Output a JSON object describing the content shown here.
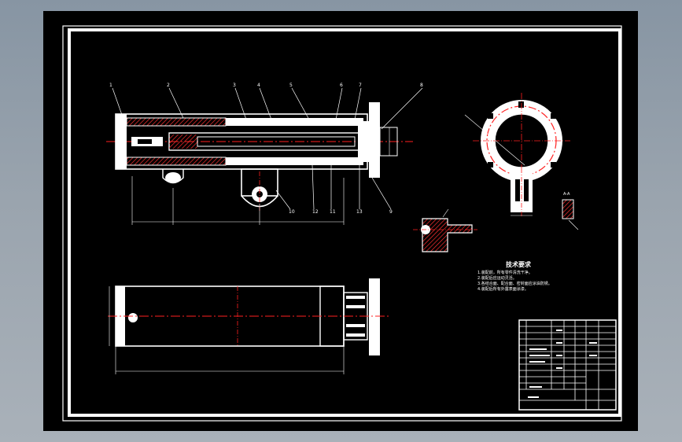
{
  "drawing": {
    "part_numbers": [
      "1",
      "2",
      "3",
      "4",
      "5",
      "6",
      "7",
      "8",
      "9",
      "10",
      "11",
      "12",
      "13"
    ],
    "tech_requirements": {
      "title": "技术要求",
      "lines": [
        "1.装配前，所有零件清洗干净。",
        "2.装配后应运动灵活。",
        "3.各结合面、配合面、密封面应涂油防锈。",
        "4.装配后所有外露表面涂漆。"
      ]
    },
    "section_label": "A-A"
  },
  "colors": {
    "background": "#000000",
    "frame": "#ffffff",
    "centerline": "#ff0000",
    "hatch": "#ff3030",
    "dimension": "#ffffff",
    "viewport": "#8f9aa5"
  }
}
